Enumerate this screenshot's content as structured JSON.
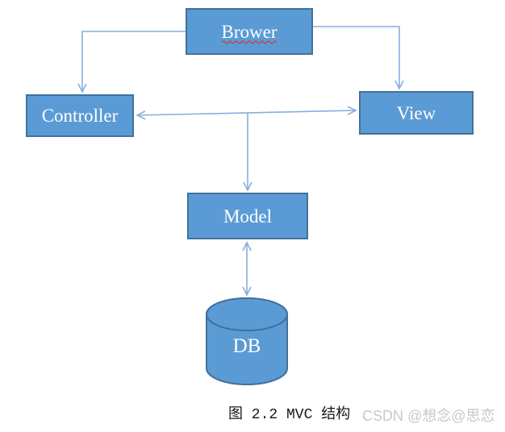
{
  "diagram": {
    "title": "MVC structure diagram",
    "nodes": {
      "brower": {
        "label": "Brower",
        "shape": "rectangle",
        "spellcheck_underline": true
      },
      "controller": {
        "label": "Controller",
        "shape": "rectangle"
      },
      "view": {
        "label": "View",
        "shape": "rectangle"
      },
      "model": {
        "label": "Model",
        "shape": "rectangle"
      },
      "db": {
        "label": "DB",
        "shape": "cylinder"
      }
    },
    "connections": [
      {
        "from": "brower",
        "to": "controller",
        "type": "arrow",
        "style": "elbow"
      },
      {
        "from": "brower",
        "to": "view",
        "type": "arrow",
        "style": "elbow"
      },
      {
        "from": "controller",
        "to": "view",
        "type": "double-arrow",
        "style": "straight"
      },
      {
        "from": "controller-view-line",
        "to": "model",
        "type": "arrow",
        "style": "straight"
      },
      {
        "from": "model",
        "to": "db",
        "type": "double-arrow",
        "style": "straight"
      }
    ],
    "caption": "图 2.2 MVC 结构",
    "watermark": "CSDN @想念@思恋",
    "colors": {
      "node_fill": "#5b9bd5",
      "node_border": "#41719c",
      "connector": "#85afdd",
      "spellcheck": "#ee2222",
      "label_text": "#ffffff",
      "caption_text": "#1a1a1a",
      "watermark_text": "#c8c8c8"
    }
  }
}
